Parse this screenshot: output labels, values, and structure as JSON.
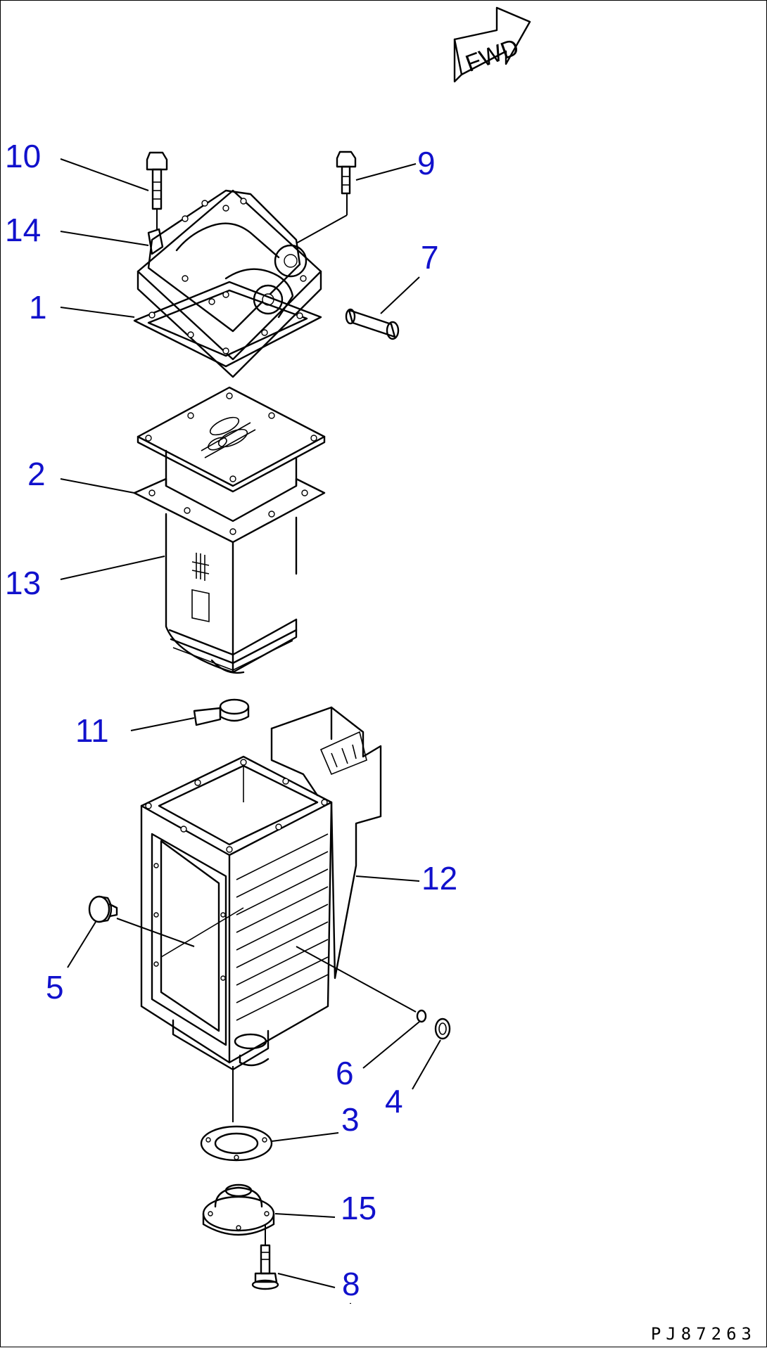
{
  "figure": {
    "drawing_code": "PJ87263",
    "direction_marker": "FWD",
    "callout_color": "#1111cc"
  },
  "callouts": [
    {
      "id": "c10",
      "label": "10",
      "part": "bolt"
    },
    {
      "id": "c9",
      "label": "9",
      "part": "bolt-short"
    },
    {
      "id": "c14",
      "label": "14",
      "part": "cover"
    },
    {
      "id": "c7",
      "label": "7",
      "part": "pipe"
    },
    {
      "id": "c1",
      "label": "1",
      "part": "gasket-top"
    },
    {
      "id": "c2",
      "label": "2",
      "part": "gasket-middle"
    },
    {
      "id": "c13",
      "label": "13",
      "part": "element"
    },
    {
      "id": "c11",
      "label": "11",
      "part": "clamp"
    },
    {
      "id": "c12",
      "label": "12",
      "part": "case"
    },
    {
      "id": "c5",
      "label": "5",
      "part": "plug"
    },
    {
      "id": "c6",
      "label": "6",
      "part": "o-ring"
    },
    {
      "id": "c4",
      "label": "4",
      "part": "plug-small"
    },
    {
      "id": "c3",
      "label": "3",
      "part": "gasket-bottom"
    },
    {
      "id": "c15",
      "label": "15",
      "part": "bottom-cover"
    },
    {
      "id": "c8",
      "label": "8",
      "part": "bolt-bottom"
    }
  ]
}
